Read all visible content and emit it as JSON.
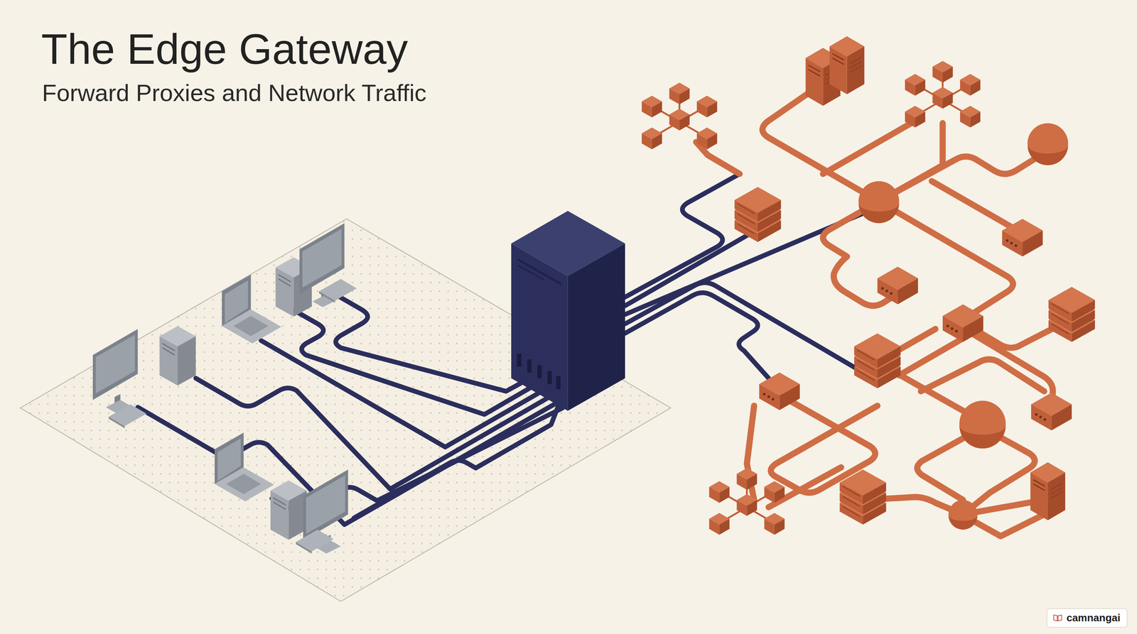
{
  "diagram": {
    "title": "The Edge Gateway",
    "labels": [
      "Forward Proxies and Network Traffic",
      "camnangai"
    ]
  }
}
